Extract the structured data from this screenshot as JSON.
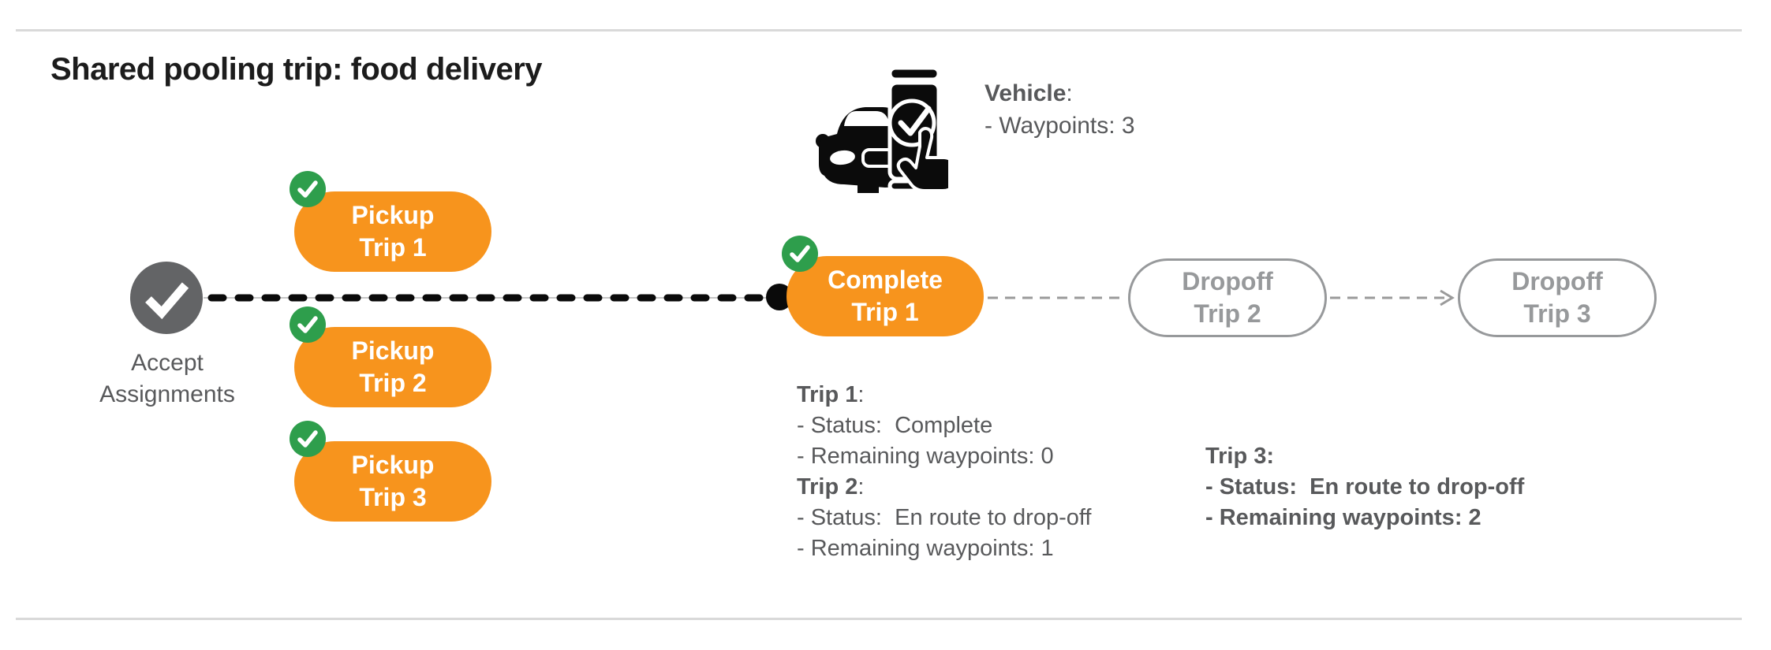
{
  "title": "Shared pooling trip: food delivery",
  "punct": {
    "colon": ":"
  },
  "vehicle": {
    "label": "Vehicle",
    "waypoints_line": "- Waypoints: 3"
  },
  "flow": {
    "start": {
      "line1": "Accept",
      "line2": "Assignments"
    },
    "pickups": [
      {
        "line1": "Pickup",
        "line2": "Trip 1"
      },
      {
        "line1": "Pickup",
        "line2": "Trip 2"
      },
      {
        "line1": "Pickup",
        "line2": "Trip 3"
      }
    ],
    "complete": {
      "line1": "Complete",
      "line2": "Trip 1"
    },
    "dropoffs": [
      {
        "line1": "Dropoff",
        "line2": "Trip 2"
      },
      {
        "line1": "Dropoff",
        "line2": "Trip 3"
      }
    ]
  },
  "trip_status_blocks": [
    {
      "name": "Trip 1",
      "lines": [
        "- Status:  Complete",
        "- Remaining waypoints: 0"
      ]
    },
    {
      "name": "Trip 2",
      "lines": [
        "- Status:  En route to drop-off",
        "- Remaining waypoints: 1"
      ]
    },
    {
      "name": "Trip 3",
      "lines": [
        "- Status:  En route to drop-off",
        "- Remaining waypoints: 2"
      ]
    }
  ],
  "colors": {
    "accent_orange": "#F7941D",
    "badge_green": "#2E9E4C",
    "node_gray": "#636466",
    "text_dark": "#1C1C1C",
    "text_gray": "#58595B",
    "muted_gray": "#97999B",
    "rule_gray": "#D9D9D9",
    "connector_black": "#0A0A0A",
    "connector_gray": "#9A9A9A",
    "track_gray": "#C6C6C6"
  }
}
